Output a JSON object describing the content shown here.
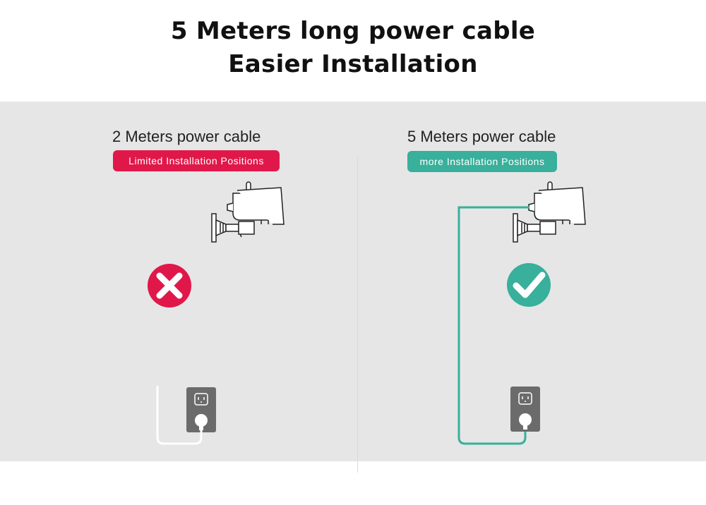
{
  "header": {
    "line1": "5 Meters long power cable",
    "line2": "Easier Installation"
  },
  "left": {
    "caption": "2 Meters power cable",
    "badge": "Limited Installation Positions",
    "badge_color": "#e0184a",
    "status_icon": "x-icon"
  },
  "right": {
    "caption": "5 Meters power cable",
    "badge": "more Installation Positions",
    "badge_color": "#38b09b",
    "status_icon": "check-icon"
  },
  "colors": {
    "panel_bg": "#e6e6e6",
    "cable_short": "#ffffff",
    "cable_long": "#38b09b",
    "outlet": "#6b6b6b"
  }
}
